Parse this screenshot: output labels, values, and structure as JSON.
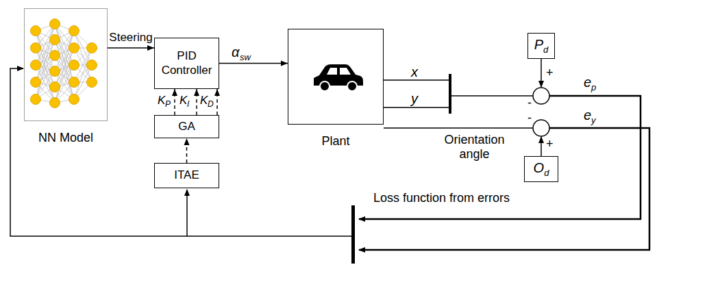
{
  "diagram": {
    "nodes": [
      {
        "text": [
          "NN Model"
        ]
      },
      {
        "text": [
          "PID Controller"
        ]
      },
      {
        "text": [
          "Plant"
        ]
      },
      {
        "text": [
          "GA"
        ]
      },
      {
        "text": [
          "ITAE"
        ]
      },
      {
        "text": [
          "P",
          "d"
        ]
      },
      {
        "text": [
          "O",
          "d"
        ]
      }
    ],
    "edges": [
      {
        "from": 0,
        "to": 1,
        "label": "Steering",
        "arrow": "to"
      },
      {
        "from": 1,
        "to": 2,
        "arrow": "to"
      },
      {
        "from": 3,
        "to": 1,
        "arrow": "to"
      },
      {
        "from": 3,
        "to": 1,
        "arrow": "to"
      },
      {
        "from": 3,
        "to": 1,
        "arrow": "to"
      },
      {
        "from": 4,
        "to": 3,
        "arrow": "to"
      }
    ],
    "labels": [
      "α",
      "sw",
      "x",
      "y",
      "+",
      "-",
      "e",
      "p",
      "Orientation angle",
      "-",
      "+",
      "e",
      "y",
      "K",
      "P",
      "K",
      "I",
      "K",
      "D",
      "Loss function from errors"
    ]
  }
}
